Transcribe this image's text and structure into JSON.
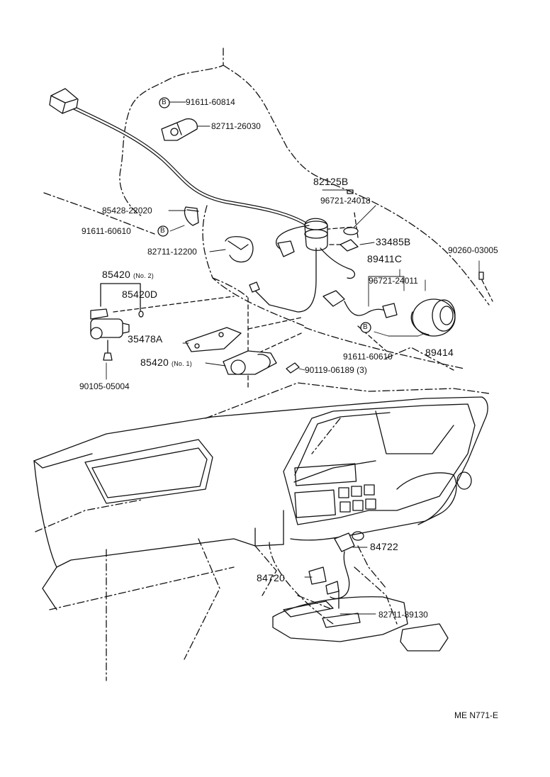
{
  "parts": {
    "p91611_60814": "91611-60814",
    "p82711_26030": "82711-26030",
    "p82125B": "82125B",
    "p96721_24018": "96721-24018",
    "p85428_22020": "85428-22020",
    "p91611_60610_a": "91611-60610",
    "p82711_12200": "82711-12200",
    "p33485B": "33485B",
    "p89411C": "89411C",
    "p90260_03005": "90260-03005",
    "p85420": "85420",
    "p85420_no2_note": "(No. 2)",
    "p85420D": "85420D",
    "p96721_24011": "96721-24011",
    "p35478A": "35478A",
    "p91611_60610_b": "91611-60610",
    "p89414": "89414",
    "p85420_b": "85420",
    "p85420_no1_note": "(No. 1)",
    "p90119_06189": "90119-06189 (3)",
    "p90105_05004": "90105-05004",
    "p84722": "84722",
    "p84720": "84720",
    "p82711_89130": "82711-89130"
  },
  "markers": {
    "b1": "B",
    "b2": "B",
    "b3": "B"
  },
  "diagram_code": "ME  N771-E"
}
